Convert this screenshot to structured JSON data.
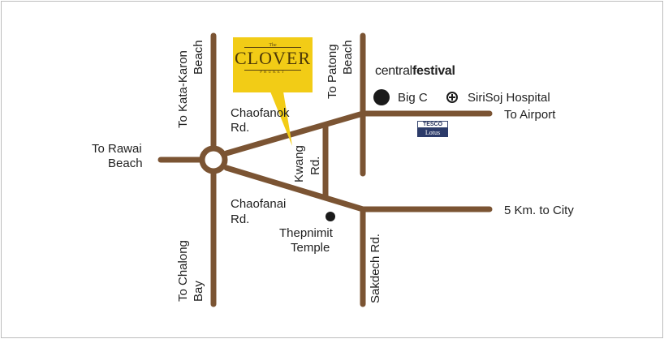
{
  "colors": {
    "road": "#7b5433",
    "logo_bg": "#f2cc16",
    "marker": "#1a1a1a",
    "frame": "#bdbdbd"
  },
  "logo": {
    "top_word": "The",
    "name": "CLOVER",
    "sub": "PHUKET"
  },
  "landmarks": {
    "central_festival": {
      "light": "central",
      "bold": "festival"
    },
    "tesco": {
      "top": "TESCO",
      "bottom": "Lotus"
    },
    "big_c": "Big C",
    "hospital": "SiriSoj Hospital",
    "temple_line1": "Thepnimit",
    "temple_line2": "Temple"
  },
  "labels": {
    "kata_karon_1": "To Kata-Karon",
    "kata_karon_2": "Beach",
    "patong_1": "To Patong",
    "patong_2": "Beach",
    "chalong_1": "To Chalong",
    "chalong_2": "Bay",
    "rawai_1": "To Rawai",
    "rawai_2": "Beach",
    "chaofanok_1": "Chaofanok",
    "chaofanok_2": "Rd.",
    "chaofanai_1": "Chaofanai",
    "chaofanai_2": "Rd.",
    "kwang_1": "Kwang",
    "kwang_2": "Rd.",
    "sakdech": "Sakdech Rd.",
    "airport": "To Airport",
    "city": "5 Km. to City"
  },
  "icons": [
    "clover-logo",
    "big-c-marker",
    "hospital-cross-icon",
    "temple-marker",
    "tesco-lotus-logo"
  ]
}
